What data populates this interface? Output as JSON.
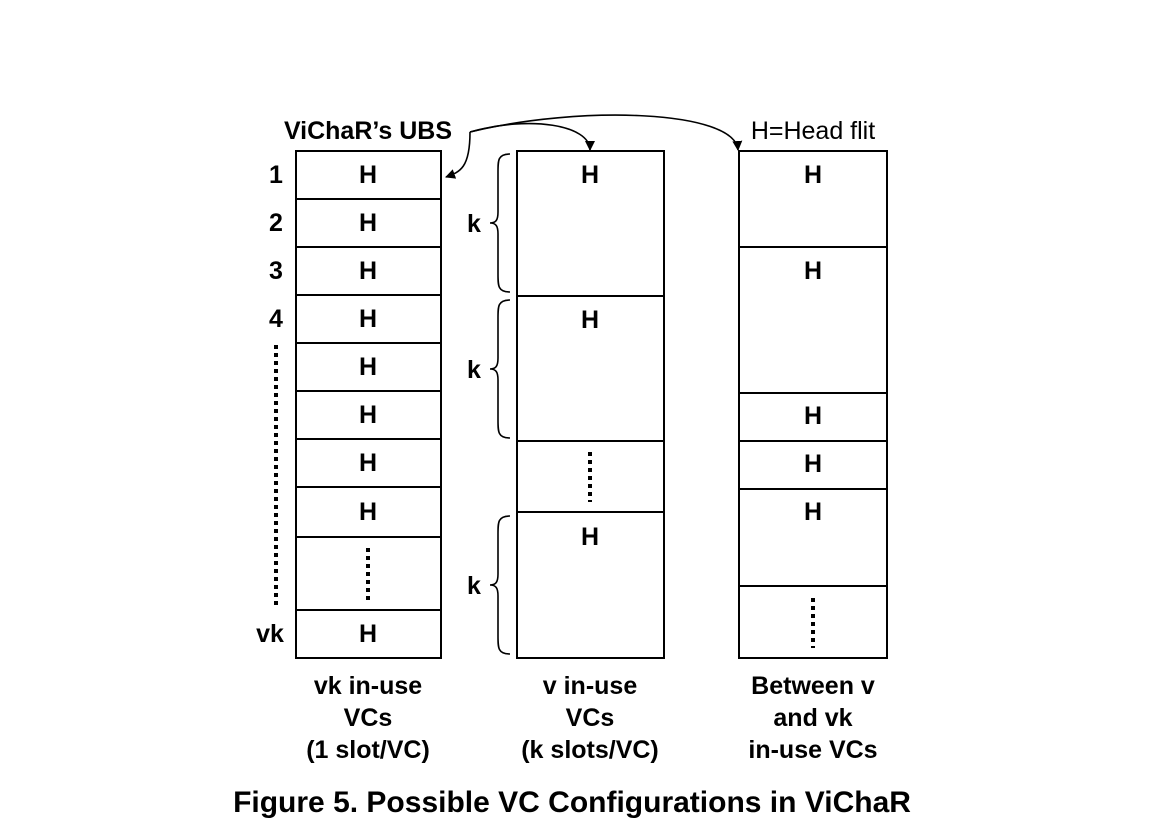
{
  "labels": {
    "ubs": "ViChaR’s UBS",
    "legend": "H=Head flit",
    "head": "H",
    "k": "k",
    "row1": "1",
    "row2": "2",
    "row3": "3",
    "row4": "4",
    "rowvk": "vk"
  },
  "captions": {
    "col1": [
      "vk in-use",
      "VCs",
      "(1 slot/VC)"
    ],
    "col2": [
      "v in-use",
      "VCs",
      "(k slots/VC)"
    ],
    "col3": [
      "Between v",
      "and vk",
      "in-use VCs"
    ]
  },
  "figure_title": "Figure 5. Possible VC Configurations in ViChaR"
}
